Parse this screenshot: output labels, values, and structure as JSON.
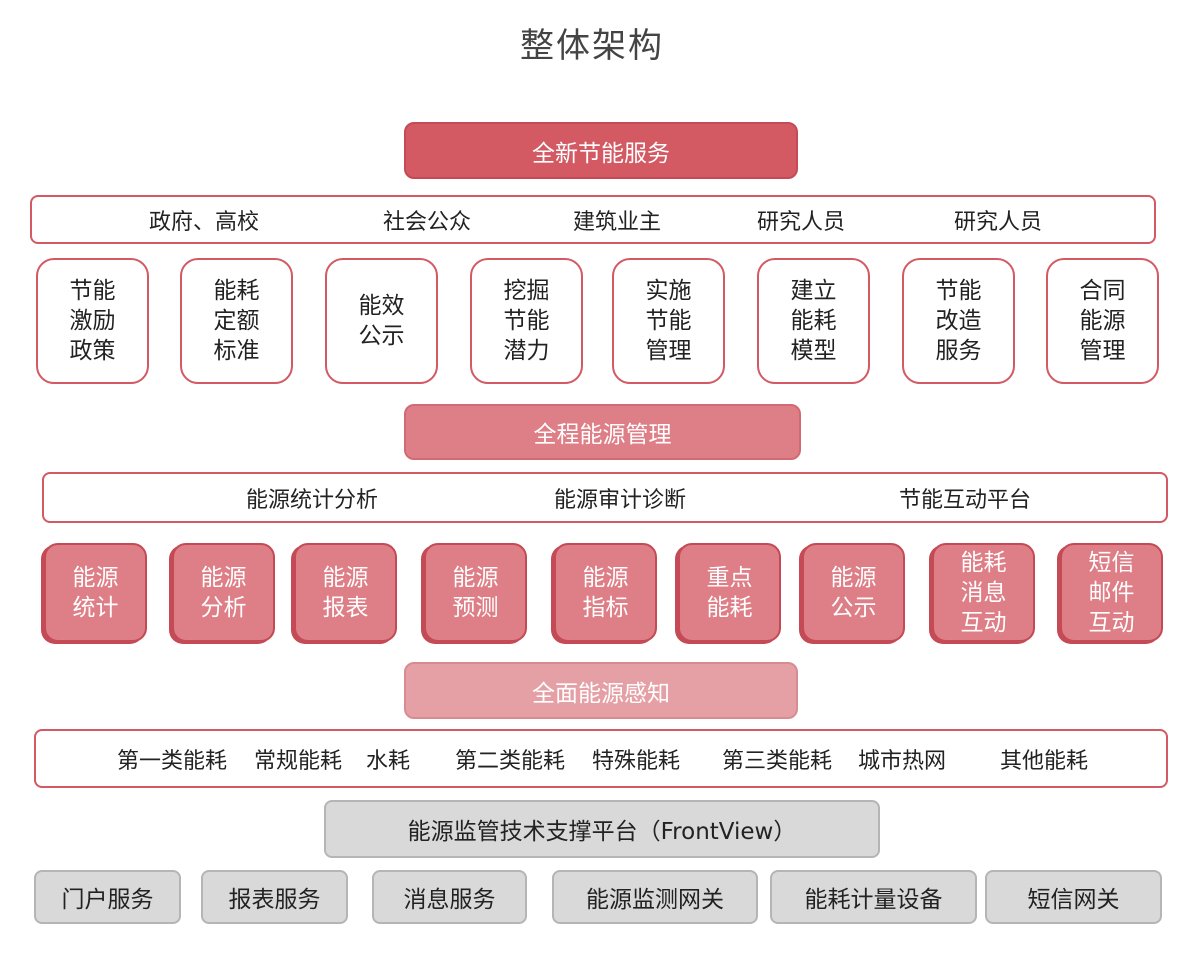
{
  "title": "整体架构",
  "layer1": {
    "banner": "全新节能服务",
    "bar_items": [
      "政府、高校",
      "社会公众",
      "建筑业主",
      "研究人员",
      "研究人员"
    ],
    "boxes": [
      "节能\n激励\n政策",
      "能耗\n定额\n标准",
      "能效\n公示",
      "挖掘\n节能\n潜力",
      "实施\n节能\n管理",
      "建立\n能耗\n模型",
      "节能\n改造\n服务",
      "合同\n能源\n管理"
    ]
  },
  "layer2": {
    "banner": "全程能源管理",
    "bar_items": [
      "能源统计分析",
      "能源审计诊断",
      "节能互动平台"
    ],
    "boxes": [
      "能源\n统计",
      "能源\n分析",
      "能源\n报表",
      "能源\n预测",
      "能源\n指标",
      "重点\n能耗",
      "能源\n公示",
      "能耗\n消息\n互动",
      "短信\n邮件\n互动"
    ]
  },
  "layer3": {
    "banner": "全面能源感知",
    "bar_items": [
      "第一类能耗",
      "常规能耗",
      "水耗",
      "第二类能耗",
      "特殊能耗",
      "第三类能耗",
      "城市热网",
      "其他能耗"
    ]
  },
  "platform": "能源监管技术支撑平台（FrontView）",
  "bottom_items": [
    "门户服务",
    "报表服务",
    "消息服务",
    "能源监测网关",
    "能耗计量设备",
    "短信网关"
  ],
  "colors": {
    "red_dark": "#d35963",
    "red_mid": "#de7e86",
    "red_light": "#e5a0a6",
    "gray": "#d9d9d9"
  }
}
